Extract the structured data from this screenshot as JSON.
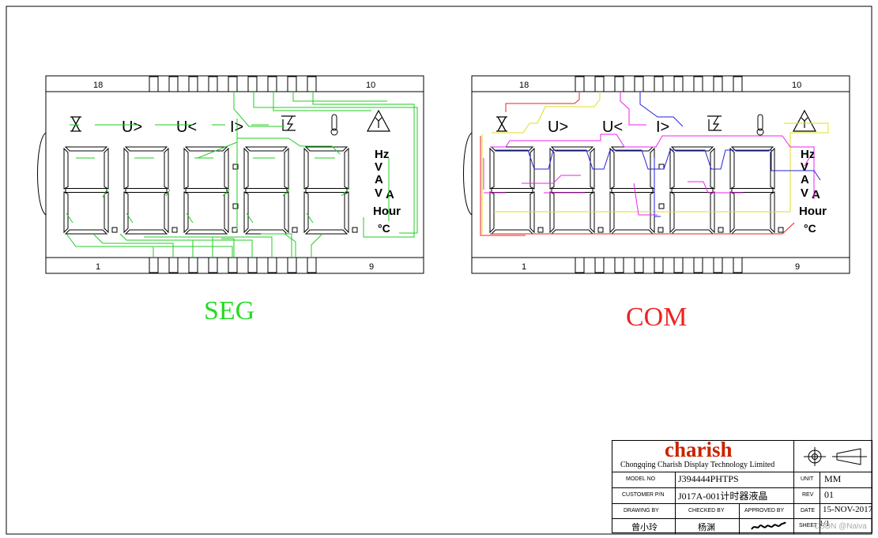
{
  "panels": [
    {
      "id": "seg",
      "caption": "SEG",
      "caption_color": "#22dd22",
      "pin_labels": {
        "top_left": "18",
        "top_right": "10",
        "bottom_left": "1",
        "bottom_right": "9"
      },
      "icons": [
        "hourglass-icon",
        "u-greater-icon",
        "u-less-icon",
        "i-greater-icon",
        "lightning-icon",
        "thermometer-icon",
        "warning-icon"
      ],
      "units": [
        "Hz",
        "V",
        "A",
        "V",
        "A",
        "Hour",
        "°C"
      ]
    },
    {
      "id": "com",
      "caption": "COM",
      "caption_color": "#ee2222",
      "pin_labels": {
        "top_left": "18",
        "top_right": "10",
        "bottom_left": "1",
        "bottom_right": "9"
      },
      "icons": [
        "hourglass-icon",
        "u-greater-icon",
        "u-less-icon",
        "i-greater-icon",
        "lightning-icon",
        "thermometer-icon",
        "warning-icon"
      ],
      "units": [
        "Hz",
        "V",
        "A",
        "V",
        "A",
        "Hour",
        "°C"
      ]
    }
  ],
  "title_block": {
    "brand": "charish",
    "brand_color": "#cc2200",
    "company": "Chongqing Charish Display Technology Limited",
    "model_no_label": "MODEL NO",
    "model_no": "J394444PHTPS",
    "customer_pn_label": "CUSTOMER P/N",
    "customer_pn": "J017A-001计时器液晶",
    "unit_label": "UNIT",
    "unit": "MM",
    "rev_label": "REV",
    "rev": "01",
    "date_label": "DATE",
    "date": "15-NOV-2017",
    "drawing_by_label": "DRAWING BY",
    "drawing_by": "曾小玲",
    "checked_by_label": "CHECKED BY",
    "checked_by": "杨渊",
    "approved_by_label": "APPROVED BY",
    "sheet_label": "SHEET",
    "sheet": "1/1"
  },
  "watermark": "CSDN @Naiva"
}
